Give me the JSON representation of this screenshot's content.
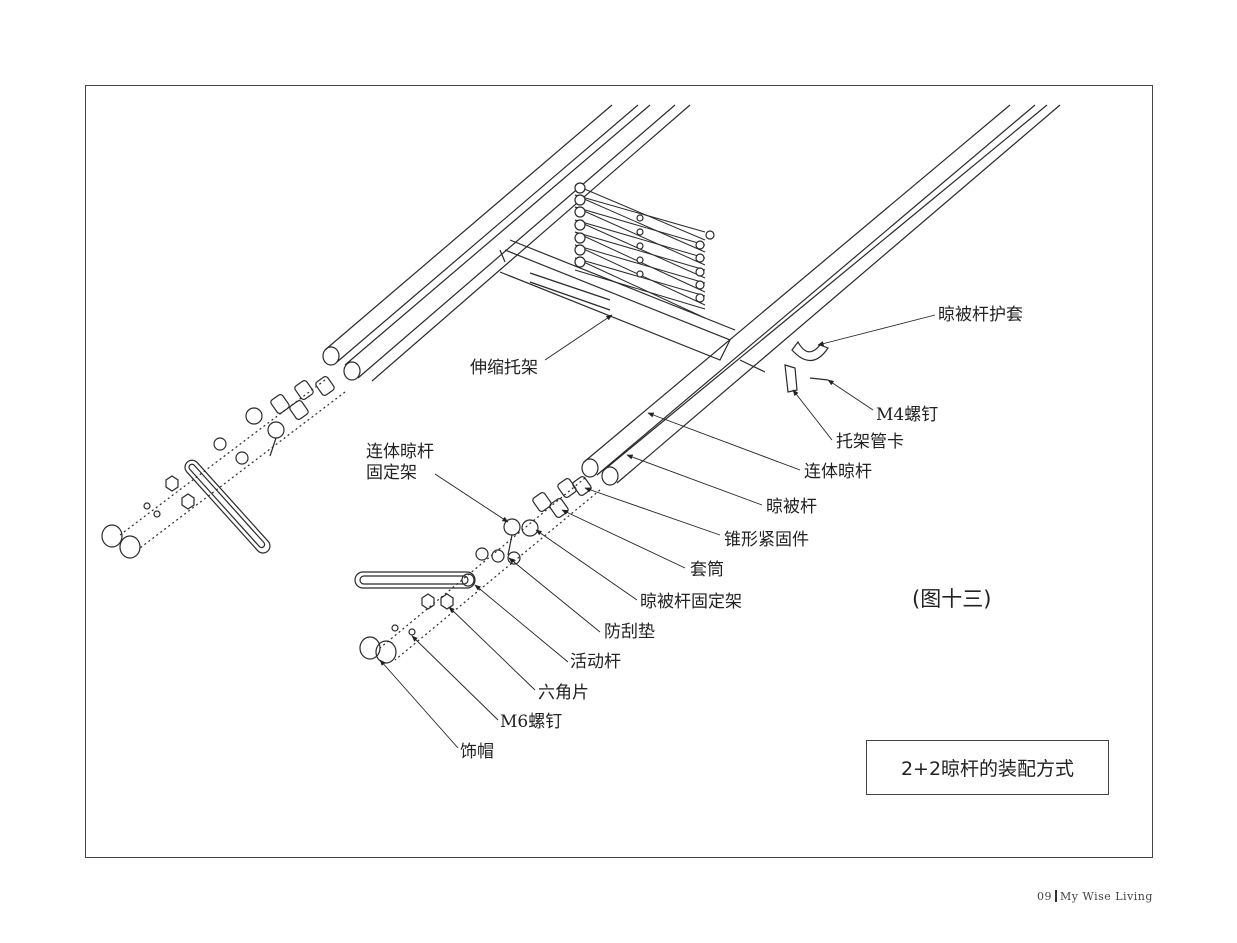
{
  "labels": {
    "sleeve": "晾被杆护套",
    "m4_screw": "M4螺钉",
    "bracket_clip": "托架管卡",
    "joined_rod": "连体晾杆",
    "quilt_rod": "晾被杆",
    "cone_fastener": "锥形紧固件",
    "socket": "套筒",
    "quilt_rod_holder": "晾被杆固定架",
    "scratch_pad": "防刮垫",
    "movable_rod": "活动杆",
    "hex_piece": "六角片",
    "m6_screw": "M6螺钉",
    "cap": "饰帽",
    "telescopic_bracket": "伸缩托架",
    "joined_rod_holder_line1": "连体晾杆",
    "joined_rod_holder_line2": "固定架"
  },
  "figure_caption": "(图十三)",
  "title": "2+2晾杆的装配方式",
  "footer": {
    "page": "09",
    "brand": "My Wise Living"
  }
}
